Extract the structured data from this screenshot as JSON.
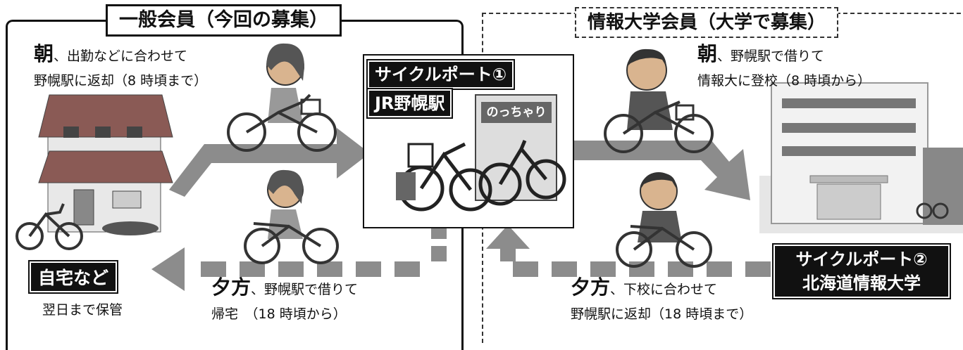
{
  "panels": {
    "general_title": "一般会員（今回の募集）",
    "university_title": "情報大学会員（大学で募集）"
  },
  "left": {
    "morning": {
      "head": "朝",
      "line1": "、出勤などに合わせて",
      "line2": "野幌駅に返却（8 時頃まで）"
    },
    "evening": {
      "head": "夕方",
      "line1": "、野幌駅で借りて",
      "line2": "帰宅　（18 時頃から）"
    },
    "home_label": "自宅など",
    "home_note": "翌日まで保管"
  },
  "right": {
    "morning": {
      "head": "朝",
      "line1": "、野幌駅で借りて",
      "line2": "情報大に登校（8 時頃から）"
    },
    "evening": {
      "head": "夕方",
      "line1": "、下校に合わせて",
      "line2": "野幌駅に返却（18 時頃まで）"
    }
  },
  "port1": {
    "line1": "サイクルポート①",
    "line2": "JR野幌駅"
  },
  "port2": {
    "line1": "サイクルポート②",
    "line2": "北海道情報大学"
  },
  "station_sign": "のっちゃり",
  "icons": [
    "house-icon",
    "bicycle-icon",
    "cyclist-woman-icon",
    "cyclist-student-icon",
    "university-building-icon",
    "arrow-icon"
  ]
}
